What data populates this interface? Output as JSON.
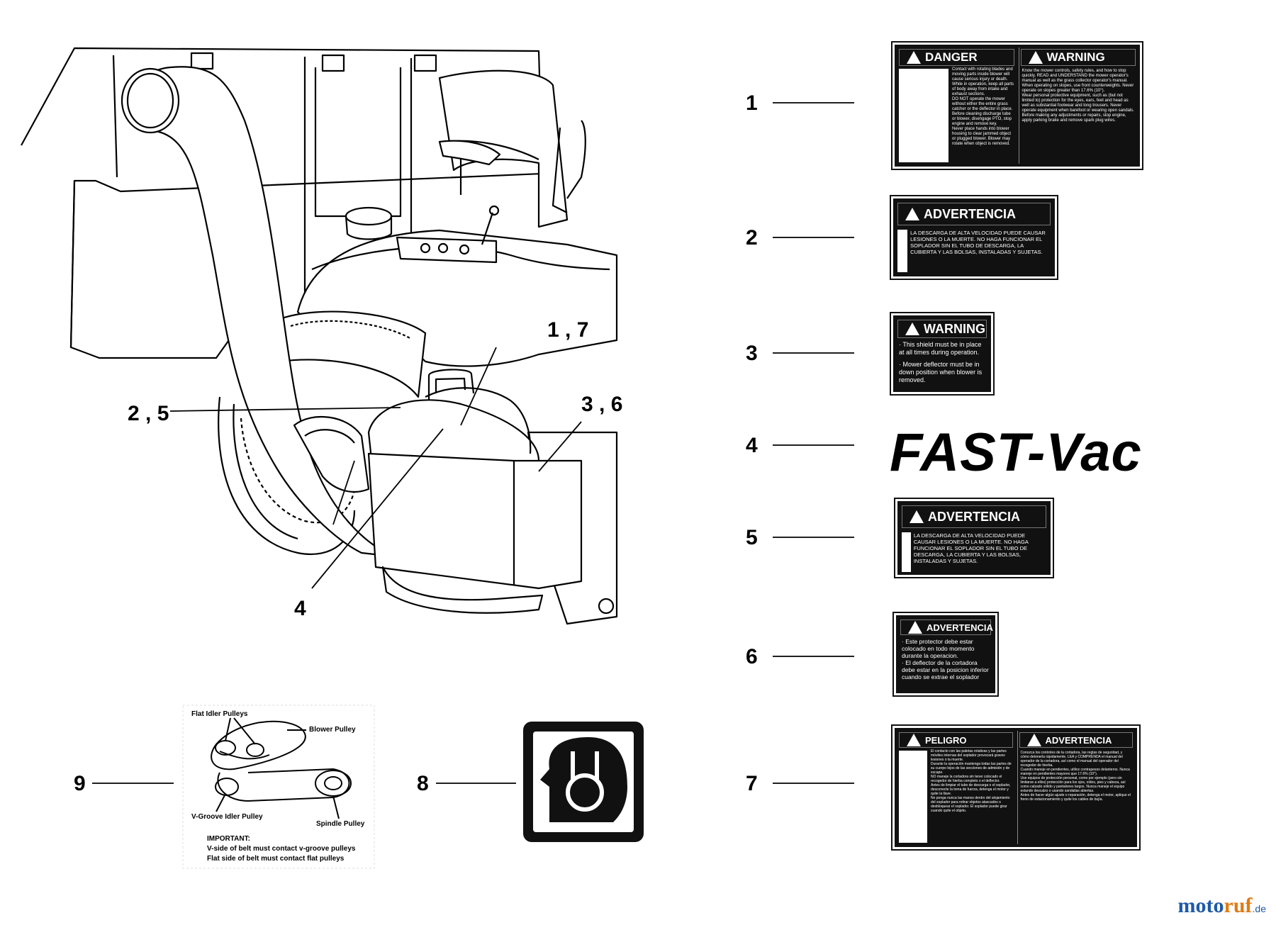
{
  "callouts": {
    "c1_7": "1 , 7",
    "c2_5": "2 , 5",
    "c3_6": "3 , 6",
    "c4": "4",
    "r1": "1",
    "r2": "2",
    "r3": "3",
    "r4": "4",
    "r5": "5",
    "r6": "6",
    "r7": "7",
    "r8": "8",
    "r9": "9"
  },
  "decal1": {
    "danger_title": "DANGER",
    "danger_text": [
      "Contact with rotating blades and moving parts inside blower will cause serious injury or death.",
      "While in operation, keep all parts of body away from intake and exhaust sections.",
      "DO NOT operate the mower without either the entire grass catcher or the deflector in place.",
      "Before cleaning discharge tube or blower, disengage PTO, stop engine and remove key.",
      "Never place hands into blower housing to clear jammed object or plugged blower. Blower may rotate when object is removed."
    ],
    "warning_title": "WARNING",
    "warning_text": [
      "Know the mower controls, safety rules, and how to stop quickly. READ and UNDERSTAND the mower operator's manual as well as the grass collector operator's manual.",
      "When operating on slopes, use front counterweights. Never operate on slopes greater than 17.6% (10°).",
      "Wear personal protective equipment, such as (but not limited to) protection for the eyes, ears, feet and head as well as substantial footwear and long trousers. Never operate equipment when barefoot or wearing open sandals.",
      "Before making any adjustments or repairs, stop engine, apply parking brake and remove spark plug wires."
    ]
  },
  "decal2": {
    "title": "ADVERTENCIA",
    "text": "LA DESCARGA DE ALTA VELOCIDAD PUEDE CAUSAR LESIONES O LA MUERTE. NO HAGA FUNCIONAR EL SOPLADOR SIN EL TUBO DE DESCARGA, LA CUBIERTA Y LAS BOLSAS, INSTALADAS Y SUJETAS."
  },
  "decal3": {
    "title": "WARNING",
    "line1": "· This shield must be in place at all times during operation.",
    "line2": "· Mower deflector must be in down position when blower is removed."
  },
  "decal4": {
    "logo": "FAST-Vac"
  },
  "decal5": {
    "title": "ADVERTENCIA",
    "text": "LA DESCARGA DE ALTA VELOCIDAD PUEDE CAUSAR LESIONES O LA MUERTE. NO HAGA FUNCIONAR EL SOPLADOR SIN EL TUBO DE DESCARGA, LA CUBIERTA Y LAS BOLSAS, INSTALADAS Y SUJETAS."
  },
  "decal6": {
    "title": "ADVERTENCIA",
    "line1": "· Este protector debe estar colocado en todo momento durante la operacion.",
    "line2": "· El deflector de la cortadora debe estar en la posicion inferior cuando se extrae el soplador"
  },
  "decal7": {
    "peligro_title": "PELIGRO",
    "peligro_text": [
      "El contacto con las paletas rotativas y las partes móviles internas del soplador provocará graves lesiones o la muerte.",
      "Durante la operación mantenga todas las partes de su cuerpo lejos de las secciones de admisión y de escape.",
      "NO maneje la cortadora sin tener colocado el recogedor de hierba completo o el deflector.",
      "Antes de limpiar el tubo de descarga o el soplador, desconecte la toma de fuerza, detenga el motor y quite la llave.",
      "No ponga nunca las manos dentro del alojamiento del soplador para retirar objetos atascados o desbloquear el soplador. El soplador puede girar cuando quite el objeto."
    ],
    "advertencia_title": "ADVERTENCIA",
    "advertencia_text": [
      "Conozca los controles de la cortadora, las reglas de seguridad, y cómo detenerla rápidamente. LEA y COMPRENDA el manual del operador de la cortadora, así como el manual del operador del recogedor de hierba.",
      "Cuando maneje en pendientes, utilice contrapesos delanteros. Nunca maneje en pendientes mayores que 17.6% (10°).",
      "Use equipos de protección personal, como por ejemplo (pero sin limitarse a ellos) protección para los ojos, oídos, pies y cabeza, así como calzado sólido y pantalones largos. Nunca maneje el equipo estando descalzo o usando sandalias abiertas.",
      "Antes de hacer algún ajuste o reparación, detenga el motor, aplique el freno de estacionamiento y quite los cables de bujía."
    ]
  },
  "belt": {
    "flat_idler": "Flat Idler Pulleys",
    "blower": "Blower Pulley",
    "vgroove": "V-Groove Idler Pulley",
    "spindle": "Spindle Pulley",
    "important": "IMPORTANT:",
    "note1": "V-side of belt must contact v-groove pulleys",
    "note2": "Flat side of belt must contact flat pulleys"
  },
  "watermark": {
    "part1": "moto",
    "part2": "ruf",
    "tld": ".de"
  }
}
